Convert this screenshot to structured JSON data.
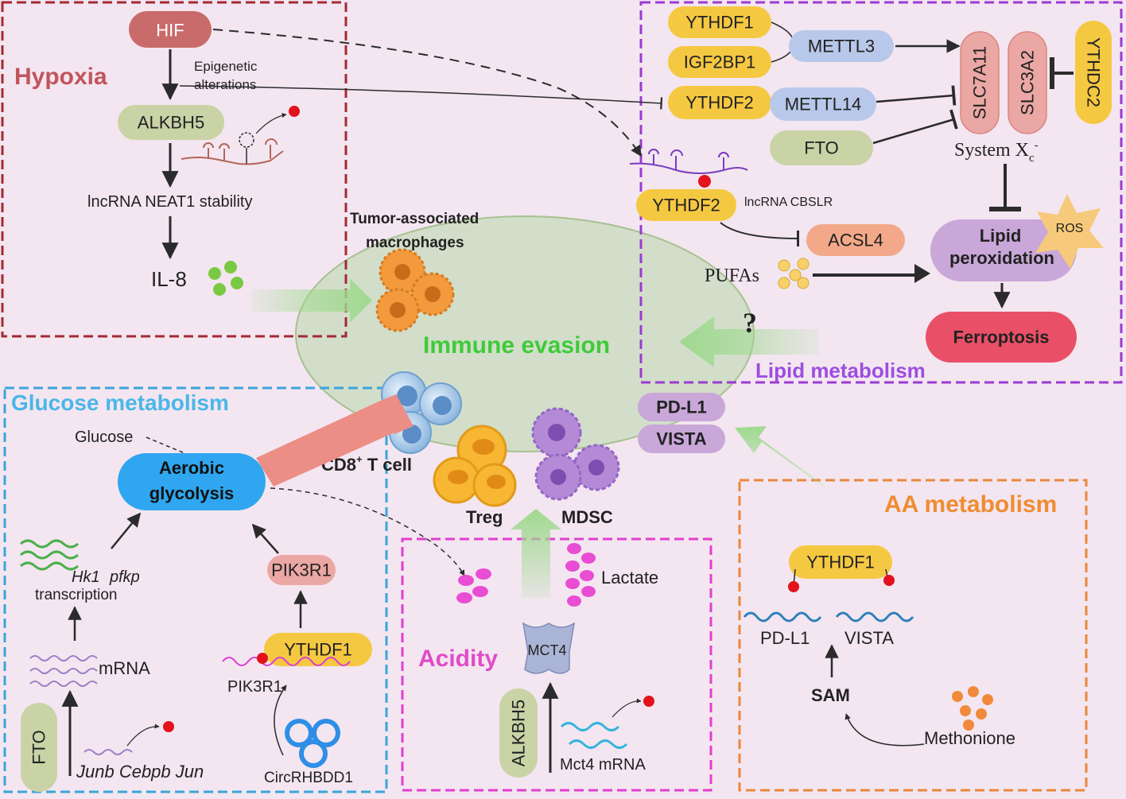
{
  "sections": {
    "hypoxia": "Hypoxia",
    "lipid": "Lipid metabolism",
    "glucose": "Glucose metabolism",
    "acidity": "Acidity",
    "aa": "AA metabolism",
    "center": "Immune evasion"
  },
  "hypoxia": {
    "hif": "HIF",
    "epi1": "Epigenetic",
    "epi2": "alterations",
    "alkbh5": "ALKBH5",
    "neat1": "lncRNA NEAT1 stability",
    "il8": "IL-8"
  },
  "lipid": {
    "ythdf1": "YTHDF1",
    "igf2bp1": "IGF2BP1",
    "mettl3": "METTL3",
    "ythdf2a": "YTHDF2",
    "mettl14": "METTL14",
    "fto": "FTO",
    "slc7a11": "SLC7A11",
    "slc3a2": "SLC3A2",
    "ythdc2": "YTHDC2",
    "system": "System X",
    "system_sub": "c",
    "system_sup": "-",
    "ythdf2b": "YTHDF2",
    "cbslr": "lncRNA CBSLR",
    "acsl4": "ACSL4",
    "pufas": "PUFAs",
    "lipid1": "Lipid",
    "lipid2": "peroxidation",
    "ros": "ROS",
    "ferroptosis": "Ferroptosis",
    "question": "?"
  },
  "center": {
    "tam1": "Tumor-associated",
    "tam2": "macrophages",
    "cd8": "CD8",
    "cd8_sup": "+",
    "cd8_rest": " T cell",
    "treg": "Treg",
    "mdsc": "MDSC"
  },
  "glucose": {
    "glucose": "Glucose",
    "aerobic1": "Aerobic",
    "aerobic2": "glycolysis",
    "hk1": "Hk1",
    "pfkp": "pfkp",
    "transcription": "transcription",
    "mrna": "mRNA",
    "fto": "FTO",
    "junb": "Junb Cebpb Jun",
    "pik3r1_box": "PIK3R1",
    "ythdf1": "YTHDF1",
    "pik3r1_rna": "PIK3R1",
    "circ": "CircRHBDD1"
  },
  "acidity": {
    "lactate": "Lactate",
    "mct4": "MCT4",
    "alkbh5": "ALKBH5",
    "mct4_mrna": "Mct4 mRNA"
  },
  "aa": {
    "pdl1_box": "PD-L1",
    "vista_box": "VISTA",
    "ythdf1": "YTHDF1",
    "pdl1": "PD-L1",
    "vista": "VISTA",
    "sam": "SAM",
    "methionone": "Methonione"
  },
  "colors": {
    "yellow": "#f5c842",
    "blue_pill": "#b8c8ea",
    "green_pill": "#c9d3a6",
    "red_pill": "#c96b6b",
    "salmon": "#f3a989",
    "rose": "#eaa7a4",
    "purple_pill": "#c9a7d9",
    "ferroptosis": "#e95067",
    "aerobic": "#2fa6ef",
    "arrow_green": "#9fd98f",
    "red_dot": "#e3121c"
  }
}
